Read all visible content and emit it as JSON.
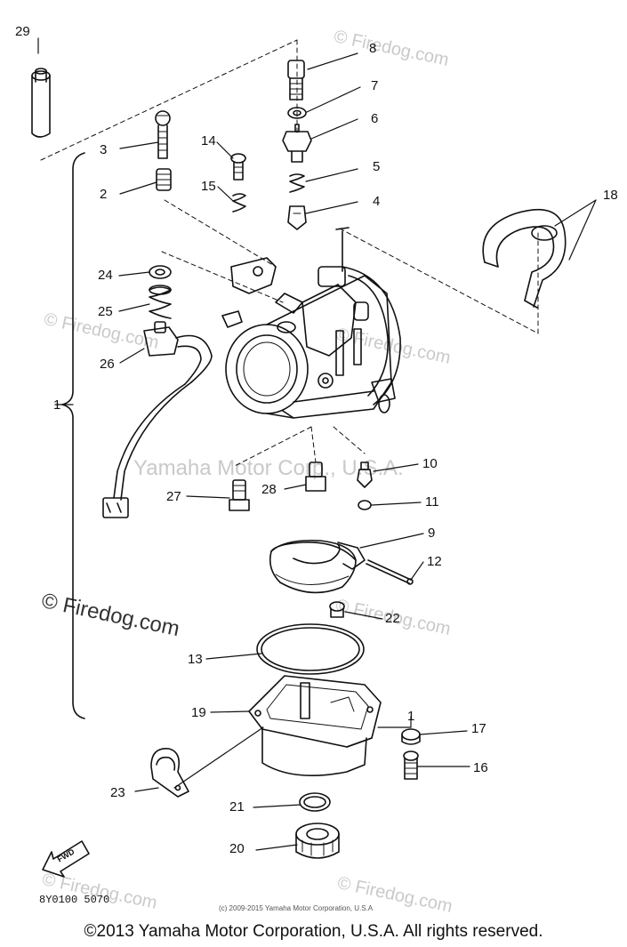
{
  "labels": {
    "p1a": "1",
    "p1b": "1",
    "p2": "2",
    "p3": "3",
    "p4": "4",
    "p5": "5",
    "p6": "6",
    "p7": "7",
    "p8": "8",
    "p9": "9",
    "p10": "10",
    "p11": "11",
    "p12": "12",
    "p13": "13",
    "p14": "14",
    "p15": "15",
    "p16": "16",
    "p17": "17",
    "p18": "18",
    "p19": "19",
    "p20": "20",
    "p21": "21",
    "p22": "22",
    "p23": "23",
    "p24": "24",
    "p25": "25",
    "p26": "26",
    "p27": "27",
    "p28": "28",
    "p29": "29"
  },
  "watermarks": {
    "firedog": "© Firedog.com",
    "center": "Yamaha Motor Corp., U.S.A."
  },
  "arrow_text": "FWD",
  "diagram_code": "8Y0100 5070",
  "small_copyright": "(c) 2009-2015 Yamaha Motor Corporation, U.S.A",
  "footer": "©2013 Yamaha Motor Corporation, U.S.A. All rights reserved."
}
